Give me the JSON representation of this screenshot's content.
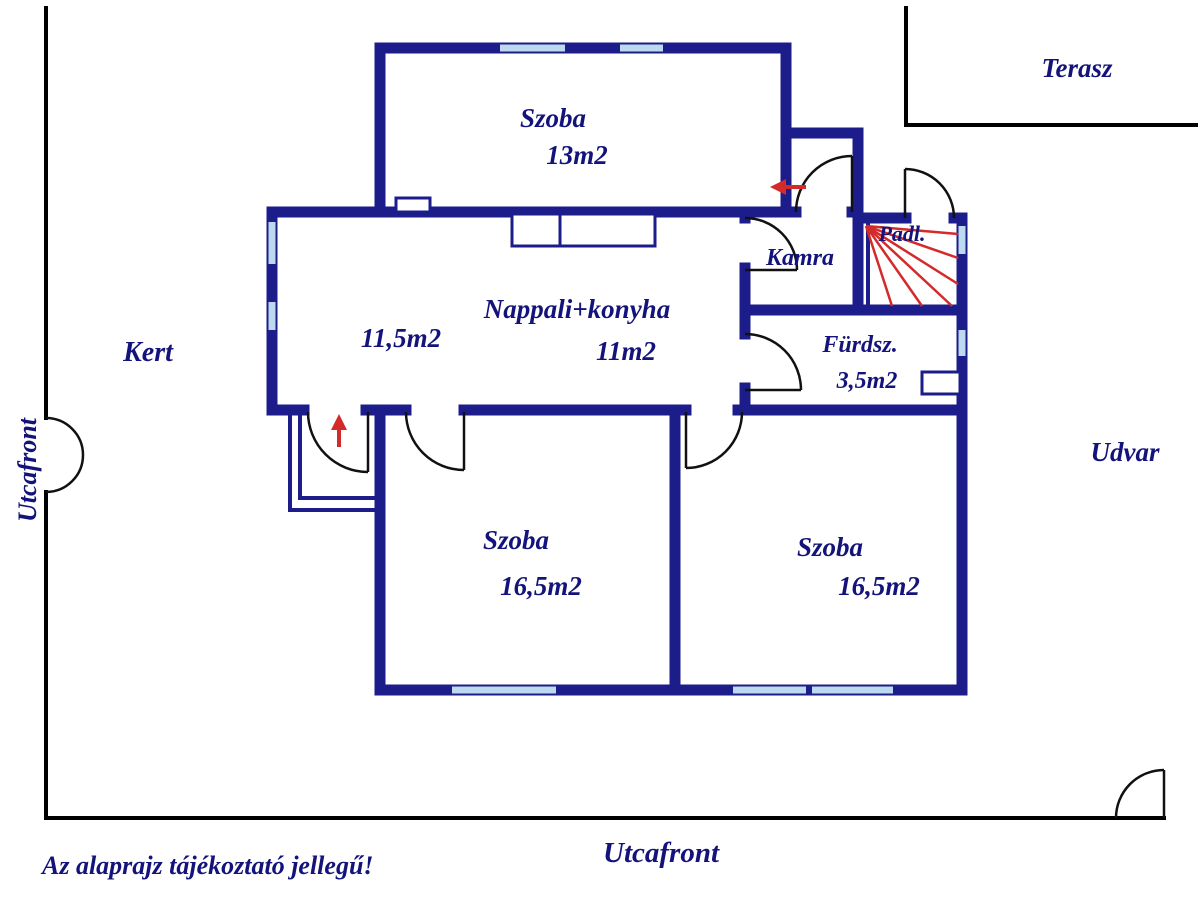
{
  "labels": {
    "terasz": "Terasz",
    "kert": "Kert",
    "udvar": "Udvar",
    "utcafront_left": "Utcafront",
    "utcafront_bottom": "Utcafront",
    "note": "Az alaprajz tájékoztató jellegű!"
  },
  "rooms": {
    "szoba_top": {
      "name": "Szoba",
      "area": "13m2"
    },
    "nappali": {
      "name": "Nappali+konyha",
      "area": "11m2",
      "area_left": "11,5m2"
    },
    "kamra": {
      "name": "Kamra"
    },
    "padlas": {
      "name": "Padl."
    },
    "furdoszoba": {
      "name": "Fürdsz.",
      "area": "3,5m2"
    },
    "szoba_bottom_left": {
      "name": "Szoba",
      "area": "16,5m2"
    },
    "szoba_bottom_right": {
      "name": "Szoba",
      "area": "16,5m2"
    }
  },
  "colors": {
    "wall": "#1c1c8a",
    "window": "#bcd9ef",
    "stairs_red": "#d42a2a",
    "text": "#13137b",
    "boundary": "#000000"
  }
}
